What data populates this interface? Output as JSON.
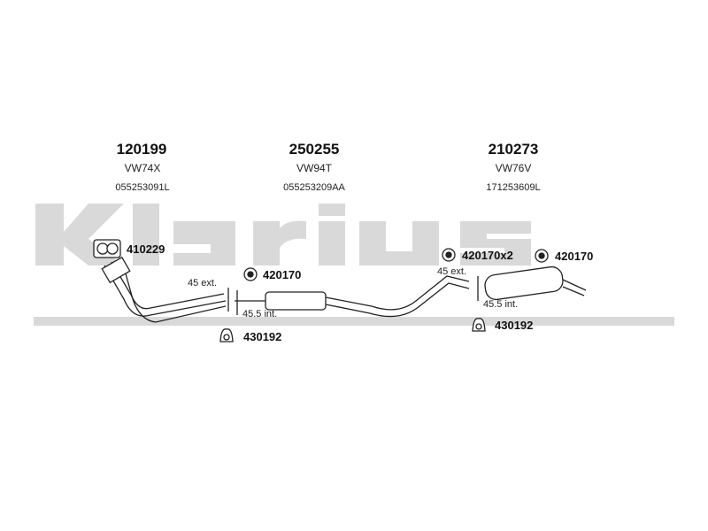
{
  "watermark": {
    "text": "Klarius",
    "color": "#d9d9d9"
  },
  "sections": [
    {
      "part_number": "120199",
      "code": "VW74X",
      "reference": "055253091L"
    },
    {
      "part_number": "250255",
      "code": "VW94T",
      "reference": "055253209AA"
    },
    {
      "part_number": "210273",
      "code": "VW76V",
      "reference": "171253609L"
    }
  ],
  "callouts": {
    "gasket_front": "410229",
    "clamp_front": "420170",
    "hanger_front": "430192",
    "clamp_rear_pair": "420170x2",
    "clamp_rear": "420170",
    "hanger_rear": "430192"
  },
  "dimensions": {
    "front_ext": "45 ext.",
    "front_int": "45.5 int.",
    "rear_ext": "45 ext.",
    "rear_int": "45.5 int."
  },
  "colors": {
    "line": "#222222",
    "pipe_fill": "#ffffff"
  }
}
